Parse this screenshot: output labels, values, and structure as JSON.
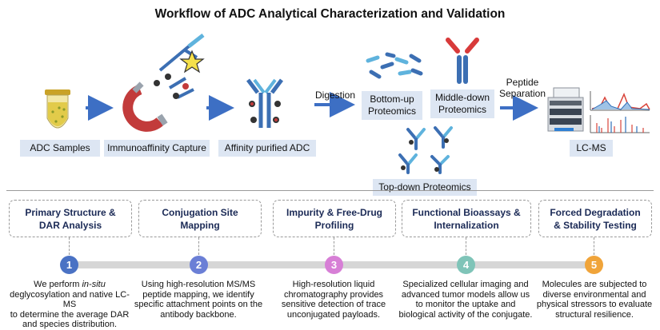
{
  "title": "Workflow of ADC Analytical Characterization and Validation",
  "workflow": {
    "adc_samples": "ADC Samples",
    "capture": "Immunoaffinity Capture",
    "purified": "Affinity purified ADC",
    "digestion": "Digestion",
    "bottom_up": [
      "Bottom-up",
      "Proteomics"
    ],
    "middle_down": [
      "Middle-down",
      "Proteomics"
    ],
    "top_down": "Top-down Proteomics",
    "peptide_sep": [
      "Peptide",
      "Separation"
    ],
    "lcms": "LC-MS"
  },
  "steps": [
    {
      "number": "1",
      "color": "#4a72c4",
      "title": [
        "Primary Structure &",
        "DAR Analysis"
      ],
      "desc": [
        "We perform <i>in-situ</i>",
        "deglycosylation and native LC-MS",
        "to determine the average DAR",
        "and species distribution."
      ]
    },
    {
      "number": "2",
      "color": "#6b7fd6",
      "title": [
        "Conjugation Site",
        "Mapping"
      ],
      "desc": [
        "Using high-resolution MS/MS",
        "peptide mapping, we identify",
        "specific attachment points on the",
        "antibody backbone."
      ]
    },
    {
      "number": "3",
      "color": "#d77fd6",
      "title": [
        "Impurity & Free-Drug",
        "Profiling"
      ],
      "desc": [
        "High-resolution liquid",
        "chromatography provides",
        "sensitive detection of trace",
        "unconjugated payloads."
      ]
    },
    {
      "number": "4",
      "color": "#7fc4b8",
      "title": [
        "Functional Bioassays &",
        "Internalization"
      ],
      "desc": [
        "Specialized cellular imaging and",
        "advanced tumor models allow us",
        "to monitor the uptake and",
        "biological activity of the conjugate."
      ]
    },
    {
      "number": "5",
      "color": "#f0a43a",
      "title": [
        "Forced Degradation",
        "& Stability Testing"
      ],
      "desc": [
        "Molecules are subjected to",
        "diverse environmental and",
        "physical stressors to evaluate",
        "structural resilience."
      ]
    }
  ]
}
